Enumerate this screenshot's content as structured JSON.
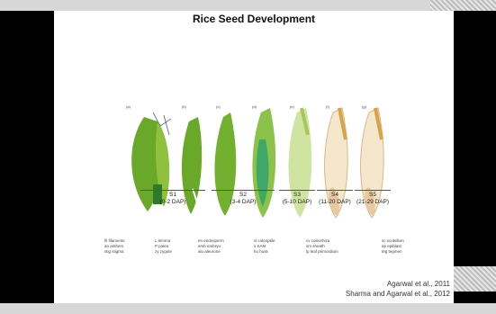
{
  "slide": {
    "title": "Rice Seed Development",
    "stages": [
      {
        "code": "S1",
        "range": "(0-2 DAP)"
      },
      {
        "code": "S2",
        "range": "(3-4 DAP)"
      },
      {
        "code": "S3",
        "range": "(5-10 DAP)"
      },
      {
        "code": "S4",
        "range": "(11-20 DAP)"
      },
      {
        "code": "S5",
        "range": "(21-29 DAP)"
      }
    ],
    "panels": [
      "(a)",
      "(b)",
      "(c)",
      "(d)",
      "(e)",
      "(f)",
      "(g)"
    ],
    "legend": [
      [
        "fil filaments",
        "an anthers",
        "stig stigma"
      ],
      [
        "L lemma",
        "P palea",
        "zy zygote"
      ],
      [
        "en endosperm",
        "emb embryo",
        "alu aleurone"
      ],
      [
        "cl coleoptile",
        "s SAM",
        "hu husk"
      ],
      [
        "cv coleorhiza",
        "sm sheath",
        "lp leaf primordium"
      ],
      [
        "sc scutellum",
        "ep epiblast",
        "teg tegmen"
      ]
    ],
    "references": [
      "Agarwal et al., 2011",
      "Sharma and Agarwal et al., 2012"
    ]
  },
  "colors": {
    "green": "#6aa82a",
    "darkgreen": "#2f7a2a",
    "tan": "#e8c9a0",
    "cream": "#f4e7cc"
  }
}
